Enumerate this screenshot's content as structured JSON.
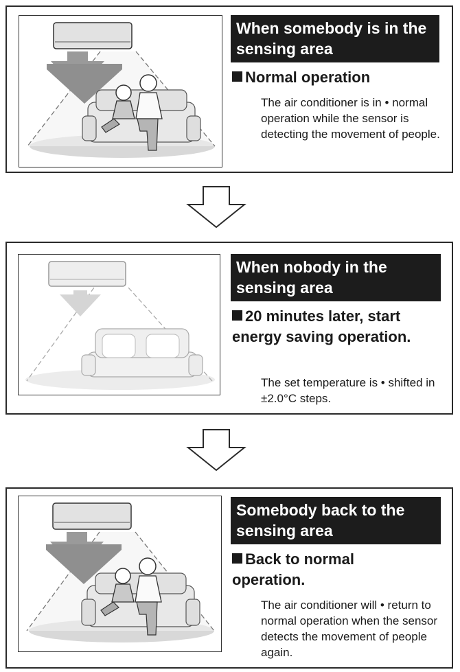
{
  "steps": [
    {
      "title": "When somebody is in the sensing area",
      "heading": "Normal operation",
      "description": "The air conditioner is in • normal operation while the sensor is detecting the movement of people.",
      "people_present": true
    },
    {
      "title": "When nobody in the sensing area",
      "heading": "20 minutes later, start energy saving operation.",
      "description": "The set temperature is • shifted in ±2.0°C steps.",
      "people_present": false
    },
    {
      "title": "Somebody back to the sensing area",
      "heading": "Back to normal operation.",
      "description": "The air conditioner will • return to normal operation when the sensor detects the movement of people again.",
      "people_present": true
    }
  ],
  "icons": {
    "bullet": "black-square-icon",
    "flow_arrow": "down-arrow-icon",
    "indoor_unit": "air-conditioner-icon"
  }
}
